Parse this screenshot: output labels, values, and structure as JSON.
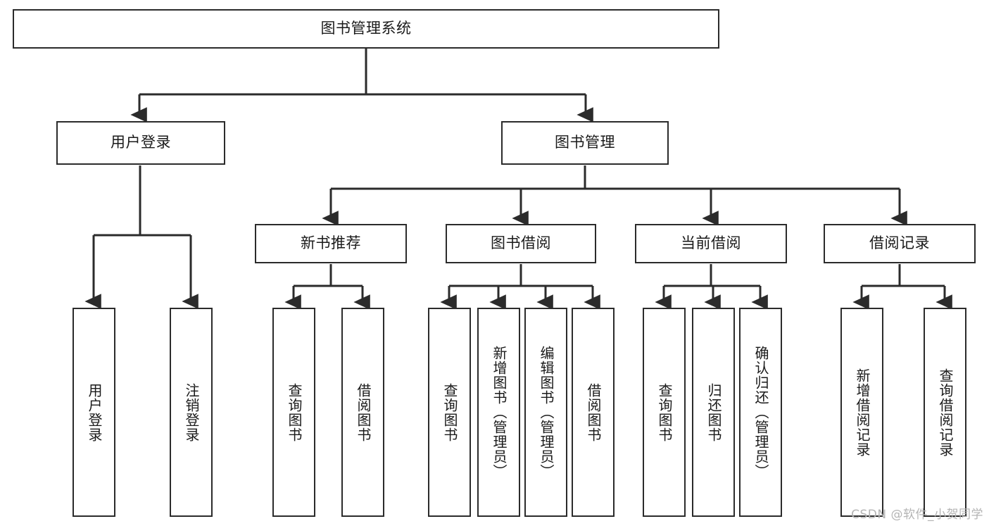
{
  "diagram": {
    "title": "图书管理系统",
    "type": "tree-hierarchy-diagram",
    "colors": {
      "box_border": "#2b2b2b",
      "box_fill": "#ffffff",
      "edge": "#2b2b2b",
      "text": "#1a1a1a",
      "watermark": "#b4b4b4"
    },
    "root": {
      "label": "图书管理系统"
    },
    "level2": [
      {
        "id": "user-login",
        "label": "用户登录"
      },
      {
        "id": "book-management",
        "label": "图书管理"
      }
    ],
    "level3": [
      {
        "id": "new-book-recommend",
        "label": "新书推荐"
      },
      {
        "id": "book-borrow",
        "label": "图书借阅"
      },
      {
        "id": "current-borrow",
        "label": "当前借阅"
      },
      {
        "id": "borrow-record",
        "label": "借阅记录"
      }
    ],
    "leaves": {
      "user_login": [
        {
          "id": "leaf-user-login",
          "label": "用户登录"
        },
        {
          "id": "leaf-logout-login",
          "label": "注销登录"
        }
      ],
      "new_book_recommend": [
        {
          "id": "leaf-query-book-1",
          "label": "查询图书"
        },
        {
          "id": "leaf-borrow-book-1",
          "label": "借阅图书"
        }
      ],
      "book_borrow": [
        {
          "id": "leaf-query-book-2",
          "label": "查询图书"
        },
        {
          "id": "leaf-add-book-admin",
          "label": "新增图书（管理员）"
        },
        {
          "id": "leaf-edit-book-admin",
          "label": "编辑图书（管理员）"
        },
        {
          "id": "leaf-borrow-book-2",
          "label": "借阅图书"
        }
      ],
      "current_borrow": [
        {
          "id": "leaf-query-book-3",
          "label": "查询图书"
        },
        {
          "id": "leaf-return-book",
          "label": "归还图书"
        },
        {
          "id": "leaf-confirm-return-admin",
          "label": "确认归还（管理员）"
        }
      ],
      "borrow_record": [
        {
          "id": "leaf-add-borrow-record",
          "label": "新增借阅记录"
        },
        {
          "id": "leaf-query-borrow-record",
          "label": "查询借阅记录"
        }
      ]
    },
    "watermark": "CSDN @软件_小贺同学"
  }
}
